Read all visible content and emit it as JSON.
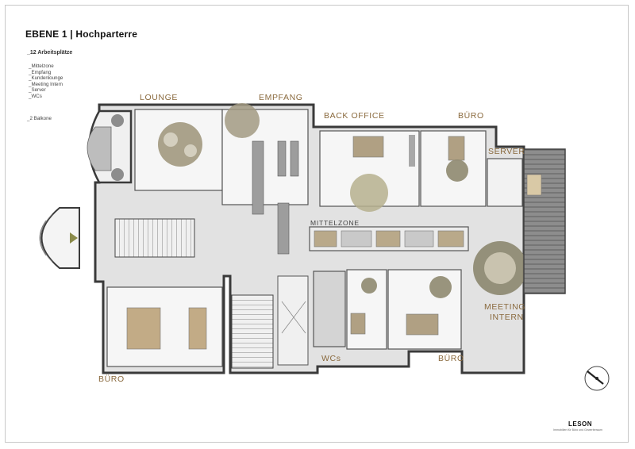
{
  "title": "EBENE 1 | Hochparterre",
  "subtitle": "_12 Arbeitsplätze",
  "features": [
    "_Mittelzone",
    "_Empfang",
    "_Kundenlounge",
    "_Meeting Intern",
    "_Server",
    "_WCs"
  ],
  "balconies": "_2 Balkone",
  "rooms": {
    "lounge": "LOUNGE",
    "empfang": "EMPFANG",
    "back_office": "BACK OFFICE",
    "buero_top": "BÜRO",
    "server": "SERVER",
    "mittelzone": "MITTELZONE",
    "meeting_line1": "MEETING",
    "meeting_line2": "INTERN",
    "wcs": "WCs",
    "buero_bottom": "BÜRO",
    "buero_left": "BÜRO"
  },
  "logo": "LESON",
  "tagline": "Immobilien für Büro und Gewerberaum",
  "colors": {
    "label": "#8a6a3e",
    "wall": "#4a4a4a",
    "floor": "#e6e6e6",
    "room": "#f5f5f5",
    "wood": "#a8916c"
  },
  "icons": [
    "north-arrow-icon",
    "stair-icon"
  ]
}
